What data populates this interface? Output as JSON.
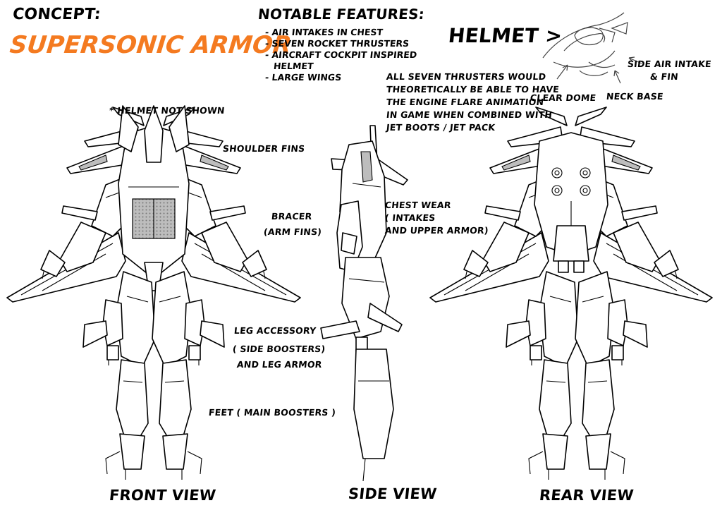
{
  "header": {
    "concept": "CONCEPT:",
    "title": "SUPERSONIC ARMOR"
  },
  "features": {
    "heading": "NOTABLE FEATURES:",
    "items": [
      "- AIR INTAKES IN CHEST",
      "- SEVEN ROCKET THRUSTERS",
      "- AIRCRAFT COCKPIT INSPIRED",
      "HELMET",
      "- LARGE WINGS"
    ]
  },
  "helmet": {
    "label": "HELMET >",
    "clear_dome": "CLEAR DOME",
    "neck_base": "NECK BASE",
    "side_intake_1": "SIDE AIR INTAKE",
    "side_intake_2": "& FIN"
  },
  "thrusters_note": [
    "ALL SEVEN THRUSTERS WOULD",
    "THEORETICALLY BE ABLE TO HAVE",
    "THE ENGINE FLARE ANIMATION",
    "IN GAME WHEN COMBINED WITH",
    "JET BOOTS / JET PACK"
  ],
  "callouts": {
    "helmet_not_shown": "* HELMET NOT SHOWN",
    "shoulder_fins": "SHOULDER FINS",
    "bracer_1": "BRACER",
    "bracer_2": "(ARM FINS)",
    "chest_1": "CHEST WEAR",
    "chest_2": "( INTAKES",
    "chest_3": "AND UPPER ARMOR)",
    "leg_1": "LEG ACCESSORY",
    "leg_2": "( SIDE BOOSTERS)",
    "leg_3": "AND LEG ARMOR",
    "feet": "FEET ( MAIN BOOSTERS )"
  },
  "views": {
    "front": "FRONT VIEW",
    "side": "SIDE VIEW",
    "rear": "REAR VIEW"
  },
  "colors": {
    "title": "#f47a20",
    "line": "#000000",
    "panel_shade": "#bdbdbd"
  }
}
